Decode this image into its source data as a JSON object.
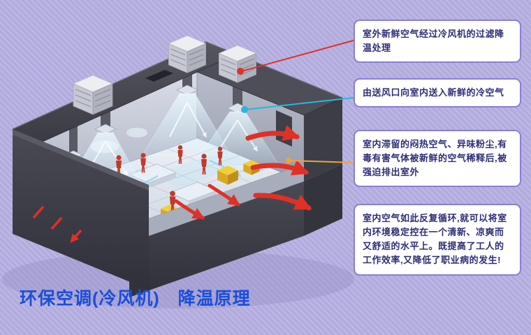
{
  "page": {
    "background_base": "#b1acdb",
    "background_stripe": "#bdb8e8"
  },
  "title": {
    "text": "环保空调(冷风机)　降温原理",
    "color": "#1c4ed8"
  },
  "callouts": [
    {
      "id": 1,
      "text": "室外新鲜空气经过冷风机的过滤降温处理",
      "connector_color": "#e0302a"
    },
    {
      "id": 2,
      "text": "由送风口向室内送入新鲜的冷空气",
      "connector_color": "#2ab6dc"
    },
    {
      "id": 3,
      "text": "室内滞留的闷热空气、异味粉尘,有毒有害气体被新鲜的空气稀释后,被强迫排出室外",
      "connector_color": "#f0a43a"
    },
    {
      "id": 4,
      "text": "室内空气如此反复循环,就可以将室内环境稳定控在一个清新、凉爽而又舒适的水平上。既提高了工人的工作效率,又降低了职业病的发生!",
      "connector_color": ""
    }
  ],
  "diagram": {
    "subject": "isometric-cutaway-factory-evaporative-cooling",
    "elements": [
      "rooftop-cooler-unit",
      "supply-air-duct",
      "ceiling-diffuser",
      "fresh-air-cone",
      "worker-figure",
      "machine",
      "workbench",
      "exhaust-air-arrow"
    ],
    "colors": {
      "roof": "#45454e",
      "wall": "#3d3d46",
      "floor": "#e2e8f0",
      "exhaust_arrow": "#df3126",
      "fresh_air": "#cdeefb",
      "worker": "#bf3a2b",
      "machine": "#f2cf3a"
    }
  }
}
